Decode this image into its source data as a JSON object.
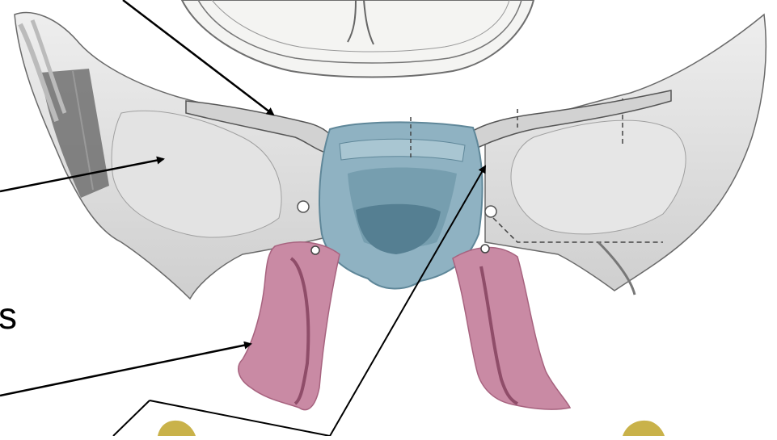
{
  "labels": {
    "partial_text": "s"
  },
  "colors": {
    "background": "#ffffff",
    "bone_gray": "#dcdcdc",
    "bone_shadow": "#8c8c8c",
    "body_blue": "#8fb2c2",
    "body_blue_dark": "#5f8799",
    "pterygoid_pink": "#c98aa4",
    "pterygoid_pink_dark": "#a7637f",
    "skull_yellow": "#c9b24a",
    "pointer_line": "#000000"
  },
  "icons": [
    "sphenoid-bone-illustration",
    "pointer-arrow"
  ]
}
